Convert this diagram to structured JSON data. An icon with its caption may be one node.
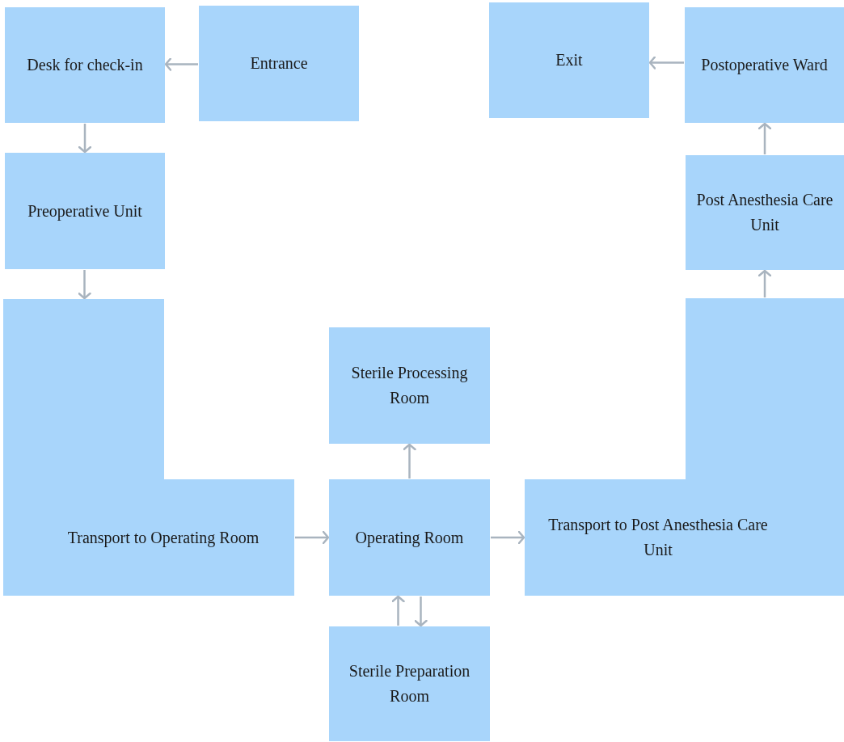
{
  "diagram": {
    "nodes": [
      {
        "text": [
          "Entrance"
        ]
      },
      {
        "text": [
          "Desk for check-in"
        ]
      },
      {
        "text": [
          "Preoperative Unit"
        ]
      },
      {
        "text": [
          "Transport to Operating Room"
        ]
      },
      {
        "text": [
          "Operating Room"
        ]
      },
      {
        "text": [
          "Sterile Processing Room"
        ]
      },
      {
        "text": [
          "Sterile Preparation Room"
        ]
      },
      {
        "text": [
          "Transport to Post Anesthesia Care Unit"
        ]
      },
      {
        "text": [
          "Post Anesthesia Care Unit"
        ]
      },
      {
        "text": [
          "Postoperative Ward"
        ]
      },
      {
        "text": [
          "Exit"
        ]
      }
    ],
    "edges": [
      {
        "from": 0,
        "to": 1,
        "arrow": "to"
      },
      {
        "from": 1,
        "to": 2,
        "arrow": "to"
      },
      {
        "from": 2,
        "to": 3,
        "arrow": "to"
      },
      {
        "from": 3,
        "to": 4,
        "arrow": "to"
      },
      {
        "from": 4,
        "to": 5,
        "arrow": "to"
      },
      {
        "from": 6,
        "to": 4,
        "arrow": "to"
      },
      {
        "from": 4,
        "to": 6,
        "arrow": "to"
      },
      {
        "from": 4,
        "to": 7,
        "arrow": "to"
      },
      {
        "from": 7,
        "to": 8,
        "arrow": "to"
      },
      {
        "from": 8,
        "to": 9,
        "arrow": "to"
      },
      {
        "from": 9,
        "to": 10,
        "arrow": "to"
      }
    ]
  }
}
